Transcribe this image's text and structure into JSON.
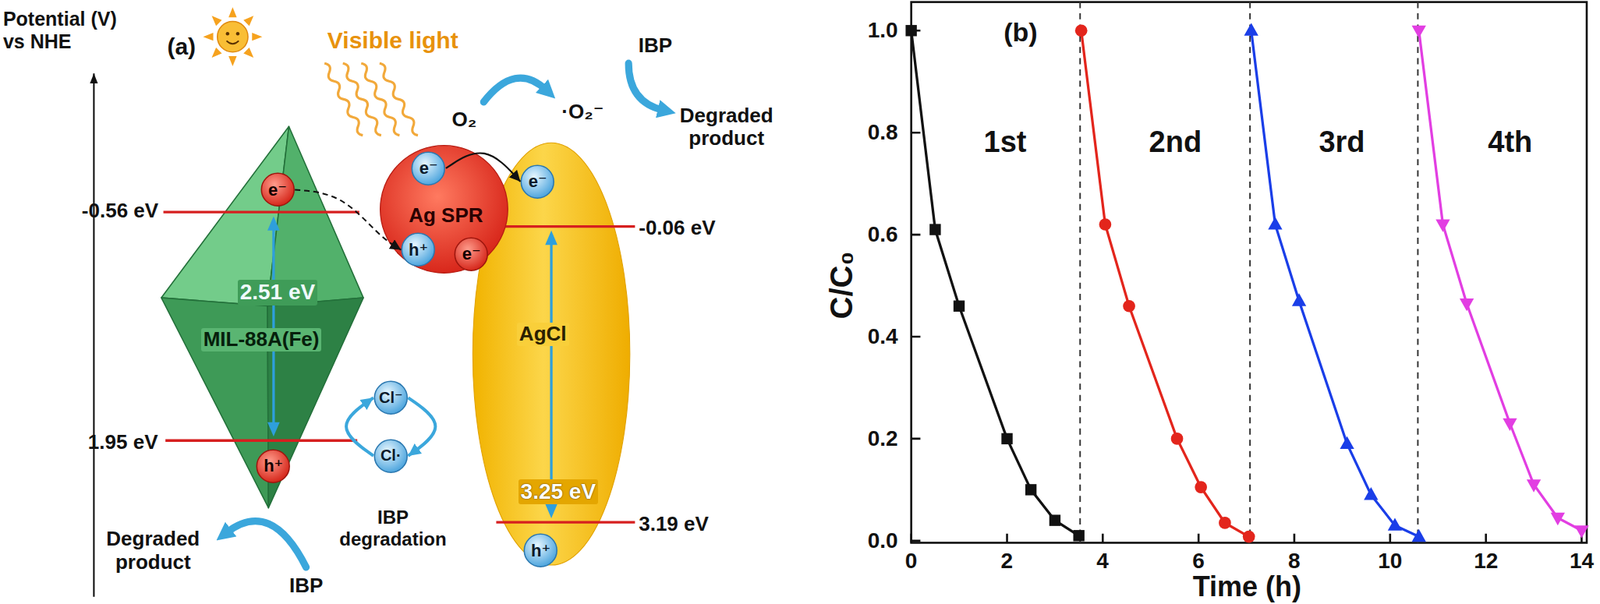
{
  "diagram": {
    "nodes": [
      {
        "text": [
          "2.51 eV",
          "MIL-88A(Fe)"
        ]
      },
      {
        "text": [
          "e⁻"
        ],
        "in": 0
      },
      {
        "text": [
          "h⁺"
        ],
        "in": 0
      },
      {
        "text": [
          "Ag SPR"
        ]
      },
      {
        "text": [
          "e⁻"
        ],
        "in": 3
      },
      {
        "text": [
          "h⁺"
        ],
        "in": 3
      },
      {
        "text": [
          "e⁻"
        ],
        "in": 3
      },
      {
        "text": [
          "AgCl",
          "3.25 eV"
        ]
      },
      {
        "text": [
          "e⁻"
        ],
        "in": 7
      },
      {
        "text": [
          "h⁺"
        ],
        "in": 7
      },
      {
        "text": [
          "Cl⁻"
        ]
      },
      {
        "text": [
          "Cl·"
        ]
      }
    ],
    "edges": [
      {
        "from": 1,
        "to": 5,
        "arrow": "to"
      },
      {
        "from": 4,
        "to": 8,
        "arrow": "to"
      },
      {
        "from": 10,
        "to": 11,
        "arrow": "to"
      },
      {
        "from": 11,
        "to": 10,
        "arrow": "to"
      }
    ],
    "labels": [
      "Potential (V) vs NHE",
      "(a)",
      "Visible light",
      "-0.56 eV",
      "1.95 eV",
      "O₂",
      "·O₂⁻",
      "IBP",
      "Degraded product",
      "-0.06 eV",
      "3.19 eV",
      "IBP degradation",
      "Degraded product",
      "IBP",
      "(b)",
      "1.0",
      "0.8",
      "0.6",
      "0.4",
      "0.2",
      "0.0",
      "C/C₀",
      "1st",
      "2nd",
      "3rd",
      "4th",
      "0",
      "2",
      "4",
      "6",
      "8",
      "10",
      "12",
      "14",
      "Time (h)"
    ]
  }
}
